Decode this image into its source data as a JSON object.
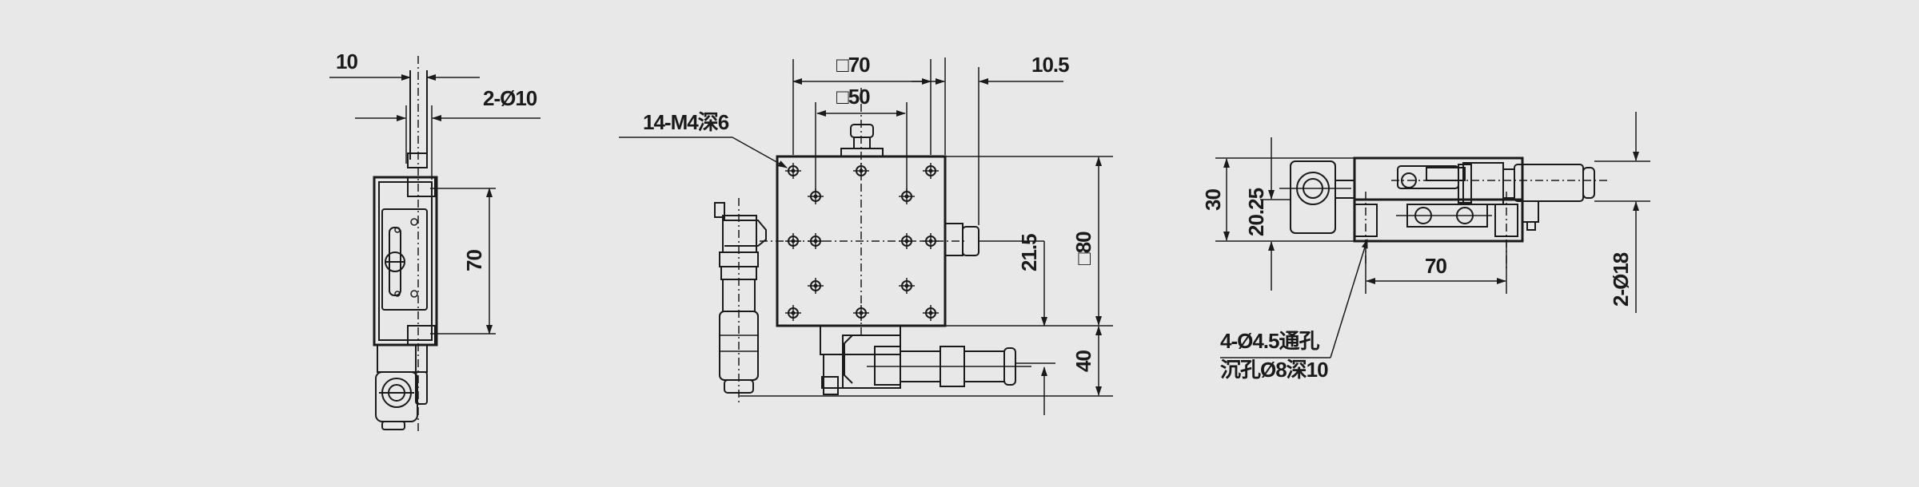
{
  "side_view": {
    "dim_top_width": "10",
    "dim_holes": "2-Ø10",
    "dim_height": "70"
  },
  "top_view": {
    "dim_outer_square": "□70",
    "dim_inner_square": "□50",
    "dim_offset": "10.5",
    "thread_callout": "14-M4深6",
    "dim_center_height": "21.5",
    "dim_square_height": "□80",
    "dim_micrometer_drop": "40"
  },
  "front_view": {
    "dim_total_height": "30",
    "dim_table_height": "20.25",
    "dim_width": "70",
    "dim_knob_dia": "2-Ø18",
    "hole_callout_line1": "4-Ø4.5通孔",
    "hole_callout_line2": "沉孔Ø8深10"
  }
}
